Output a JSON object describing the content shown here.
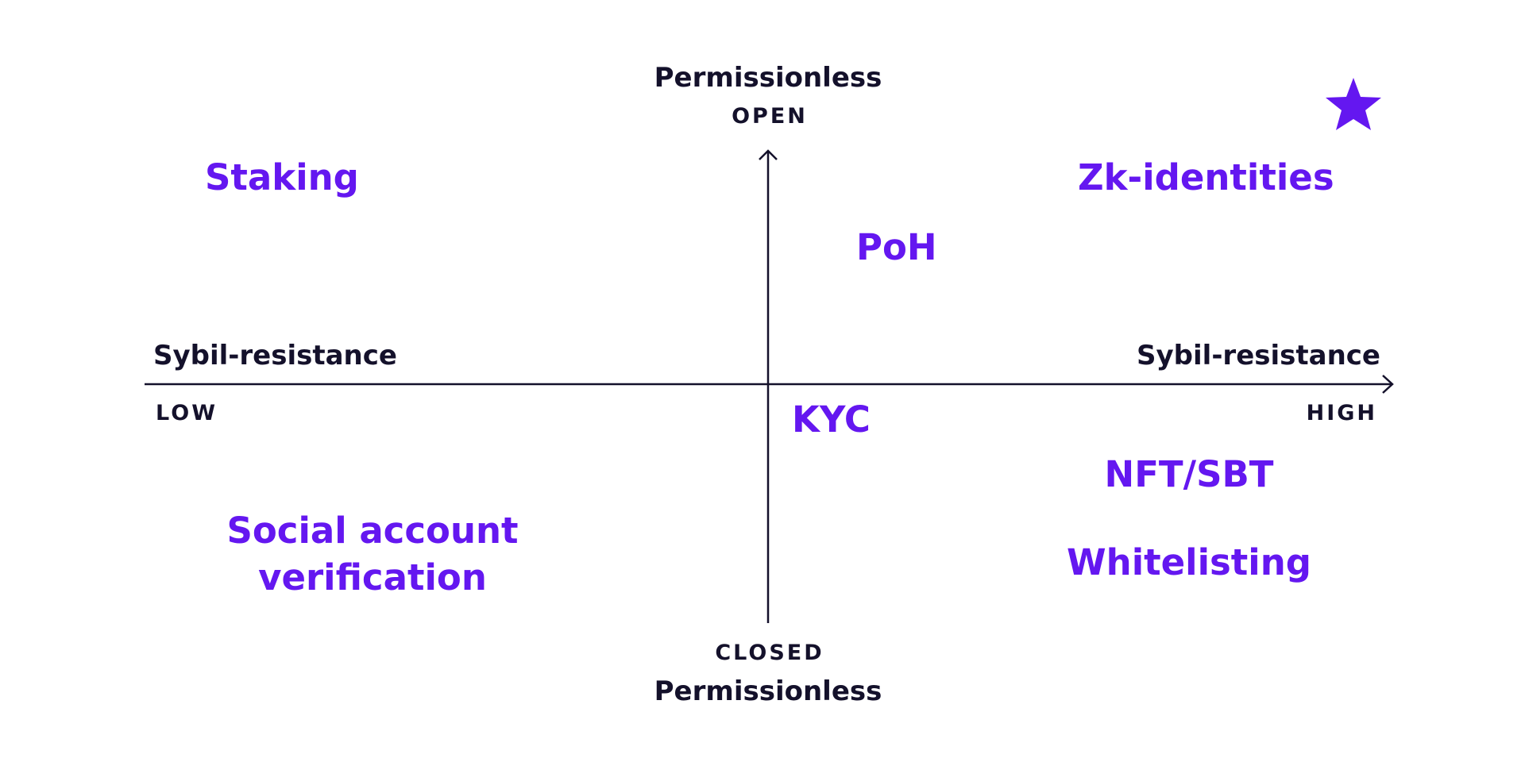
{
  "axes": {
    "y_top_title": "Permissionless",
    "y_top_cap": "OPEN",
    "y_bottom_cap": "CLOSED",
    "y_bottom_title": "Permissionless",
    "x_left_title": "Sybil-resistance",
    "x_left_cap": "LOW",
    "x_right_title": "Sybil-resistance",
    "x_right_cap": "HIGH"
  },
  "items": {
    "staking": "Staking",
    "zk_identities": "Zk-identities",
    "poh": "PoH",
    "kyc": "KYC",
    "nft_sbt": "NFT/SBT",
    "social_account_verification": "Social account verification",
    "whitelisting": "Whitelisting"
  },
  "icons": {
    "favorite": "star-icon"
  },
  "colors": {
    "accent": "#6417f0",
    "text": "#14112b",
    "axis": "#14112b",
    "background": "#ffffff"
  }
}
